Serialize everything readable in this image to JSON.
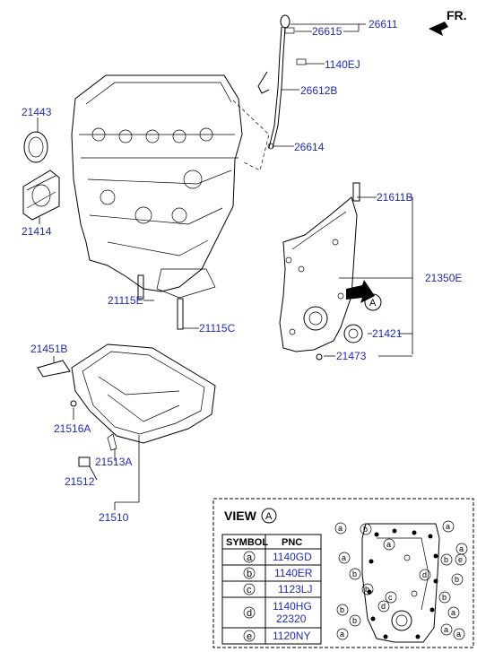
{
  "orientation_label": "FR.",
  "labels": {
    "p26611": "26611",
    "p26615": "26615",
    "p1140EJ": "1140EJ",
    "p26612B": "26612B",
    "p26614": "26614",
    "p21443": "21443",
    "p21414": "21414",
    "p21611B": "21611B",
    "p21350E": "21350E",
    "p21115E": "21115E",
    "p21115C": "21115C",
    "p21421": "21421",
    "p21473": "21473",
    "p21451B": "21451B",
    "p21516A": "21516A",
    "p21513A": "21513A",
    "p21512": "21512",
    "p21510": "21510"
  },
  "view_marker": "A",
  "view_box": {
    "title": "VIEW",
    "marker": "A",
    "headers": [
      "SYMBOL",
      "PNC"
    ],
    "rows": [
      {
        "symbol": "a",
        "pnc": [
          "1140GD"
        ]
      },
      {
        "symbol": "b",
        "pnc": [
          "1140ER"
        ]
      },
      {
        "symbol": "c",
        "pnc": [
          "1123LJ"
        ]
      },
      {
        "symbol": "d",
        "pnc": [
          "1140HG",
          "22320"
        ]
      },
      {
        "symbol": "e",
        "pnc": [
          "1120NY"
        ]
      }
    ]
  }
}
